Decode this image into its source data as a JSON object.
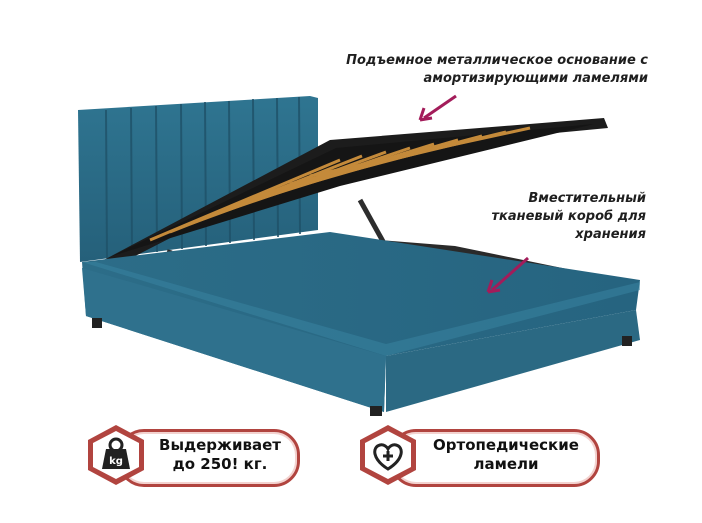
{
  "captions": {
    "top": "Подъемное металлическое основание с амортизирующими ламелями",
    "right": "Вместительный тканевый короб для хранения"
  },
  "badges": [
    {
      "text": "Выдерживает до 250! кг.",
      "icon": "kg-weight-icon",
      "icon_label": "kg"
    },
    {
      "text": "Ортопедические ламели",
      "icon": "heart-plus-icon"
    }
  ],
  "colors": {
    "fabric": "#2f6f8a",
    "accent": "#b1443f",
    "arrow": "#a31c5a"
  }
}
